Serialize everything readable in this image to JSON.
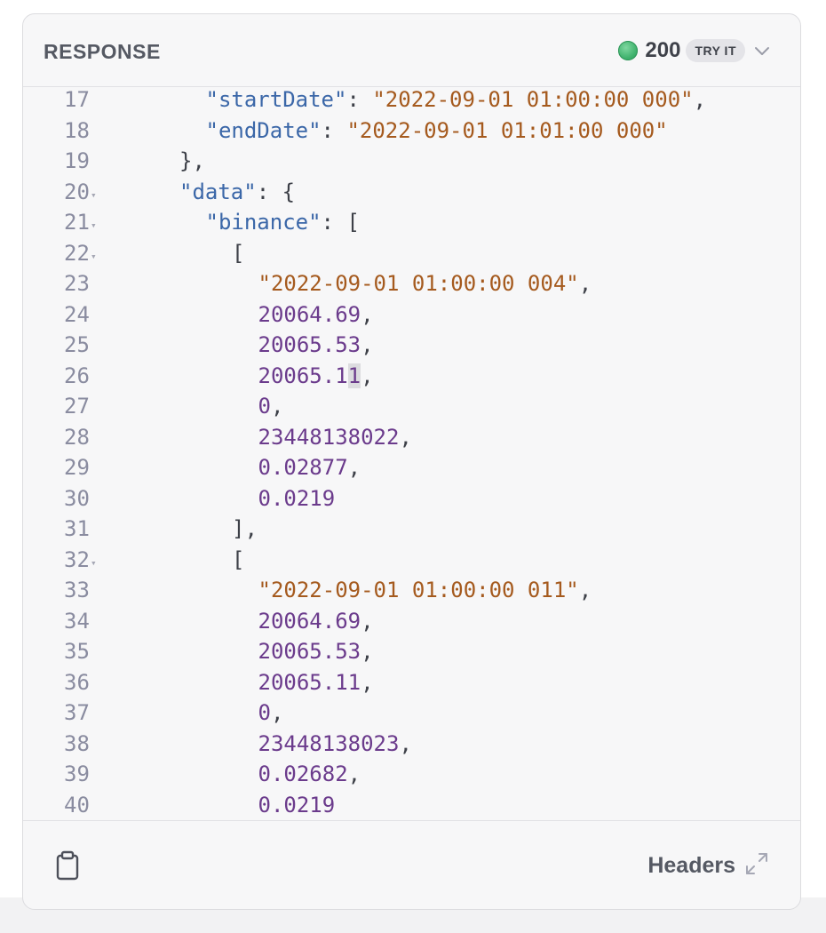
{
  "panel": {
    "title": "RESPONSE",
    "status_code": "200",
    "try_it_label": "TRY IT",
    "status_color": "#3fb26d"
  },
  "code": {
    "lines": [
      {
        "n": "17",
        "fold": false,
        "indent": 3,
        "tokens": [
          [
            "key",
            "\"startDate\""
          ],
          [
            "pun",
            ": "
          ],
          [
            "str",
            "\"2022-09-01 01:00:00 000\""
          ],
          [
            "pun",
            ","
          ]
        ]
      },
      {
        "n": "18",
        "fold": false,
        "indent": 3,
        "tokens": [
          [
            "key",
            "\"endDate\""
          ],
          [
            "pun",
            ": "
          ],
          [
            "str",
            "\"2022-09-01 01:01:00 000\""
          ]
        ]
      },
      {
        "n": "19",
        "fold": false,
        "indent": 2,
        "tokens": [
          [
            "pun",
            "},"
          ]
        ]
      },
      {
        "n": "20",
        "fold": true,
        "indent": 2,
        "tokens": [
          [
            "key",
            "\"data\""
          ],
          [
            "pun",
            ": {"
          ]
        ]
      },
      {
        "n": "21",
        "fold": true,
        "indent": 3,
        "tokens": [
          [
            "key",
            "\"binance\""
          ],
          [
            "pun",
            ": ["
          ]
        ]
      },
      {
        "n": "22",
        "fold": true,
        "indent": 4,
        "tokens": [
          [
            "pun",
            "["
          ]
        ]
      },
      {
        "n": "23",
        "fold": false,
        "indent": 5,
        "tokens": [
          [
            "str",
            "\"2022-09-01 01:00:00 004\""
          ],
          [
            "pun",
            ","
          ]
        ]
      },
      {
        "n": "24",
        "fold": false,
        "indent": 5,
        "tokens": [
          [
            "num",
            "20064.69"
          ],
          [
            "pun",
            ","
          ]
        ]
      },
      {
        "n": "25",
        "fold": false,
        "indent": 5,
        "tokens": [
          [
            "num",
            "20065.53"
          ],
          [
            "pun",
            ","
          ]
        ]
      },
      {
        "n": "26",
        "fold": false,
        "indent": 5,
        "tokens": [
          [
            "num",
            "20065.1"
          ],
          [
            "numhl",
            "1"
          ],
          [
            "pun",
            ","
          ]
        ]
      },
      {
        "n": "27",
        "fold": false,
        "indent": 5,
        "tokens": [
          [
            "num",
            "0"
          ],
          [
            "pun",
            ","
          ]
        ]
      },
      {
        "n": "28",
        "fold": false,
        "indent": 5,
        "tokens": [
          [
            "num",
            "23448138022"
          ],
          [
            "pun",
            ","
          ]
        ]
      },
      {
        "n": "29",
        "fold": false,
        "indent": 5,
        "tokens": [
          [
            "num",
            "0.02877"
          ],
          [
            "pun",
            ","
          ]
        ]
      },
      {
        "n": "30",
        "fold": false,
        "indent": 5,
        "tokens": [
          [
            "num",
            "0.0219"
          ]
        ]
      },
      {
        "n": "31",
        "fold": false,
        "indent": 4,
        "tokens": [
          [
            "pun",
            "],"
          ]
        ]
      },
      {
        "n": "32",
        "fold": true,
        "indent": 4,
        "tokens": [
          [
            "pun",
            "["
          ]
        ]
      },
      {
        "n": "33",
        "fold": false,
        "indent": 5,
        "tokens": [
          [
            "str",
            "\"2022-09-01 01:00:00 011\""
          ],
          [
            "pun",
            ","
          ]
        ]
      },
      {
        "n": "34",
        "fold": false,
        "indent": 5,
        "tokens": [
          [
            "num",
            "20064.69"
          ],
          [
            "pun",
            ","
          ]
        ]
      },
      {
        "n": "35",
        "fold": false,
        "indent": 5,
        "tokens": [
          [
            "num",
            "20065.53"
          ],
          [
            "pun",
            ","
          ]
        ]
      },
      {
        "n": "36",
        "fold": false,
        "indent": 5,
        "tokens": [
          [
            "num",
            "20065.11"
          ],
          [
            "pun",
            ","
          ]
        ]
      },
      {
        "n": "37",
        "fold": false,
        "indent": 5,
        "tokens": [
          [
            "num",
            "0"
          ],
          [
            "pun",
            ","
          ]
        ]
      },
      {
        "n": "38",
        "fold": false,
        "indent": 5,
        "tokens": [
          [
            "num",
            "23448138023"
          ],
          [
            "pun",
            ","
          ]
        ]
      },
      {
        "n": "39",
        "fold": false,
        "indent": 5,
        "tokens": [
          [
            "num",
            "0.02682"
          ],
          [
            "pun",
            ","
          ]
        ]
      },
      {
        "n": "40",
        "fold": false,
        "indent": 5,
        "tokens": [
          [
            "num",
            "0.0219"
          ]
        ]
      }
    ]
  },
  "footer": {
    "headers_label": "Headers",
    "copy_icon": "clipboard-icon",
    "expand_icon": "expand-icon"
  }
}
